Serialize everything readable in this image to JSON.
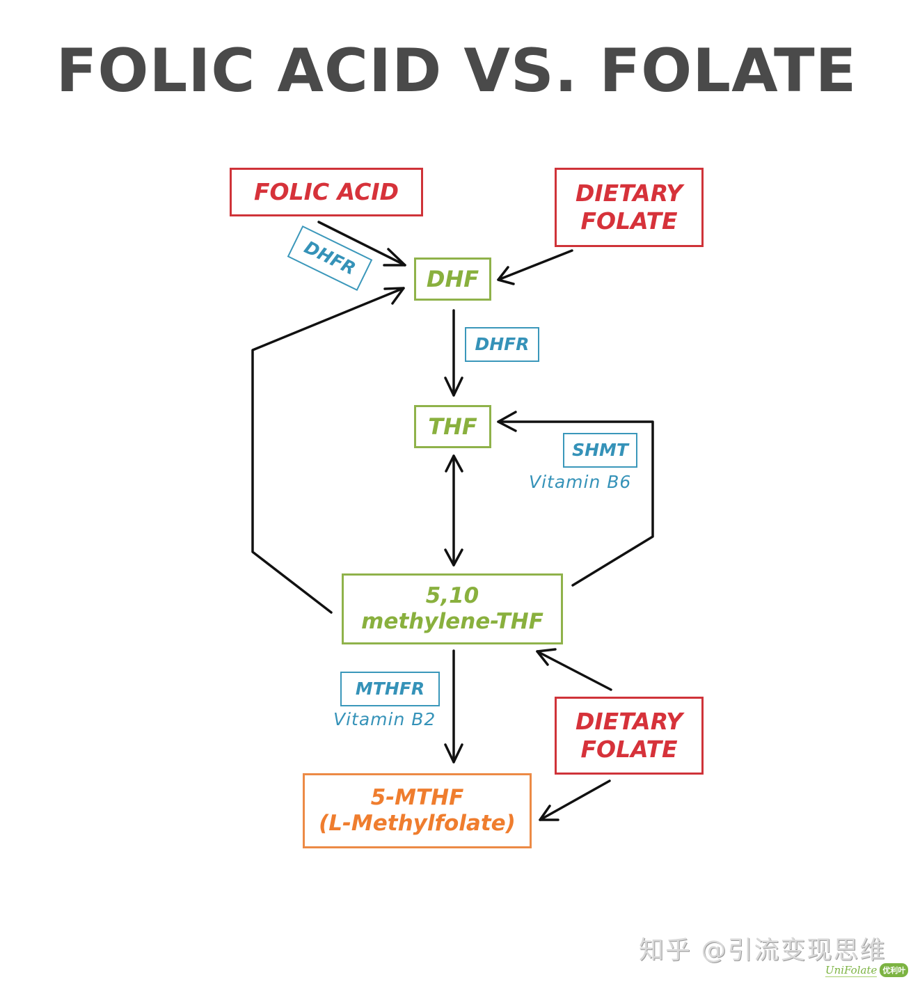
{
  "title": "FOLIC ACID VS. FOLATE",
  "nodes": {
    "folic_acid": {
      "label": "FOLIC ACID",
      "color": "#d6323a"
    },
    "dietary_folate_top": {
      "line1": "DIETARY",
      "line2": "FOLATE",
      "color": "#d6323a"
    },
    "dhf": {
      "label": "DHF",
      "color": "#89b03e"
    },
    "thf": {
      "label": "THF",
      "color": "#89b03e"
    },
    "methylene_thf": {
      "line1": "5,10",
      "line2": "methylene-THF",
      "color": "#89b03e"
    },
    "dietary_folate_bottom": {
      "line1": "DIETARY",
      "line2": "FOLATE",
      "color": "#d6323a"
    },
    "mthf": {
      "line1": "5-MTHF",
      "line2": "(L-Methylfolate)",
      "color": "#ef7d2e"
    }
  },
  "enzymes": {
    "dhfr_tilted": {
      "label": "DHFR",
      "color": "#3592b8"
    },
    "dhfr_vertical": {
      "label": "DHFR",
      "color": "#3592b8"
    },
    "shmt": {
      "label": "SHMT",
      "cofactor": "Vitamin B6",
      "color": "#3592b8"
    },
    "mthfr": {
      "label": "MTHFR",
      "cofactor": "Vitamin B2",
      "color": "#3592b8"
    }
  },
  "edges": [
    {
      "from": "FOLIC ACID",
      "to": "DHF",
      "enzyme": "DHFR"
    },
    {
      "from": "DIETARY FOLATE",
      "to": "DHF"
    },
    {
      "from": "DHF",
      "to": "THF",
      "enzyme": "DHFR"
    },
    {
      "from": "THF",
      "to": "5,10 methylene-THF",
      "bidirectional": true
    },
    {
      "from": "5,10 methylene-THF",
      "to": "THF",
      "enzyme": "SHMT",
      "cofactor": "Vitamin B6"
    },
    {
      "from": "5,10 methylene-THF",
      "to": "DHF"
    },
    {
      "from": "5,10 methylene-THF",
      "to": "5-MTHF (L-Methylfolate)",
      "enzyme": "MTHFR",
      "cofactor": "Vitamin B2"
    },
    {
      "from": "DIETARY FOLATE",
      "to": "5,10 methylene-THF"
    },
    {
      "from": "DIETARY FOLATE",
      "to": "5-MTHF (L-Methylfolate)"
    }
  ],
  "watermark": "知乎 @引流变现思维",
  "brand": {
    "name": "UniFolate",
    "badge": "优利叶"
  }
}
